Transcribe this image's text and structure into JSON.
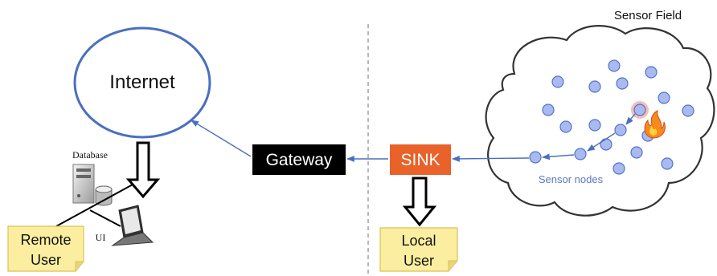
{
  "labels": {
    "internet": "Internet",
    "database": "Database",
    "ui": "UI",
    "remote_user": [
      "Remote",
      "User"
    ],
    "gateway": "Gateway",
    "sink": "SINK",
    "local_user": [
      "Local",
      "User"
    ],
    "sensor_field": "Sensor Field",
    "sensor_nodes": "Sensor nodes"
  },
  "colors": {
    "internet_stroke": "#4a6fc0",
    "gateway_fill": "#000000",
    "sink_fill": "#e8622a",
    "note_fill": "#fbeea0",
    "node_fill": "#a8baf0",
    "node_stroke": "#5674c8",
    "link": "#4a6fc0",
    "sensor_label": "#5b78c4"
  },
  "icons": {
    "database": "database-server-icon",
    "laptop": "laptop-icon",
    "fire": "fire-icon"
  }
}
